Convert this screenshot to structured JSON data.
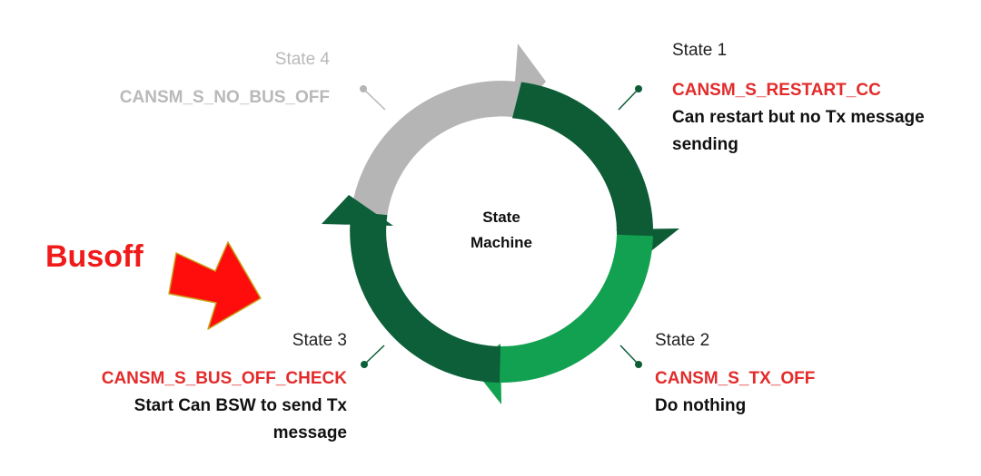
{
  "center": {
    "line1": "State",
    "line2": "Machine"
  },
  "trigger": {
    "label": "Busoff",
    "color": "#f01a1a"
  },
  "states": {
    "s1": {
      "title": "State 1",
      "code": "CANSM_S_RESTART_CC",
      "desc_line1": "Can restart but no Tx message",
      "desc_line2": "sending",
      "color": "#0d5c36"
    },
    "s2": {
      "title": "State 2",
      "code": "CANSM_S_TX_OFF",
      "desc_line1": "Do nothing",
      "color": "#12a150"
    },
    "s3": {
      "title": "State 3",
      "code": "CANSM_S_BUS_OFF_CHECK",
      "desc_line1": "Start Can BSW to send Tx",
      "desc_line2": "message",
      "color": "#0c5f38"
    },
    "s4": {
      "title": "State 4",
      "code": "CANSM_S_NO_BUS_OFF",
      "color": "#b5b5b5"
    }
  },
  "colors": {
    "accent_code": "#e32b2b",
    "inner_ring": "#e3e3e3"
  }
}
